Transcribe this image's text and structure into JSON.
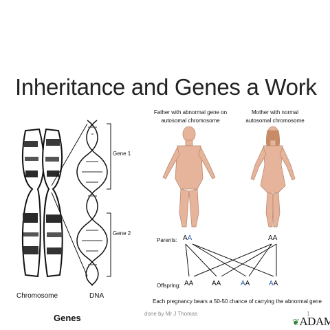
{
  "slide": {
    "title": "Inheritance and Genes a Work",
    "footer": "done by Mr J Thomas",
    "page_number": "1"
  },
  "left_figure": {
    "gene1_label": "Gene 1",
    "gene2_label": "Gene 2",
    "chromosome_label": "Chromosome",
    "dna_label": "DNA",
    "caption": "Genes"
  },
  "right_figure": {
    "father_label_line1": "Father with abnormal gene on",
    "father_label_line2": "autosomal chromosome",
    "mother_label_line1": "Mother with normal",
    "mother_label_line2": "autosomal chromosome",
    "parents_label": "Parents:",
    "offspring_label": "Offspring:",
    "father_alleles": [
      "A",
      "A"
    ],
    "mother_alleles": [
      "A",
      "A"
    ],
    "offspring": [
      [
        "A",
        "A"
      ],
      [
        "A",
        "A"
      ],
      [
        "A",
        "A"
      ],
      [
        "A",
        "A"
      ]
    ],
    "caption": "Each pregnancy bears a 50-50 chance of carrying the abnormal gene",
    "logo": "ADAM.",
    "colors": {
      "abnormal_allele": "#2f62b3",
      "normal_allele": "#111111",
      "skin": "#e6b49a"
    }
  }
}
